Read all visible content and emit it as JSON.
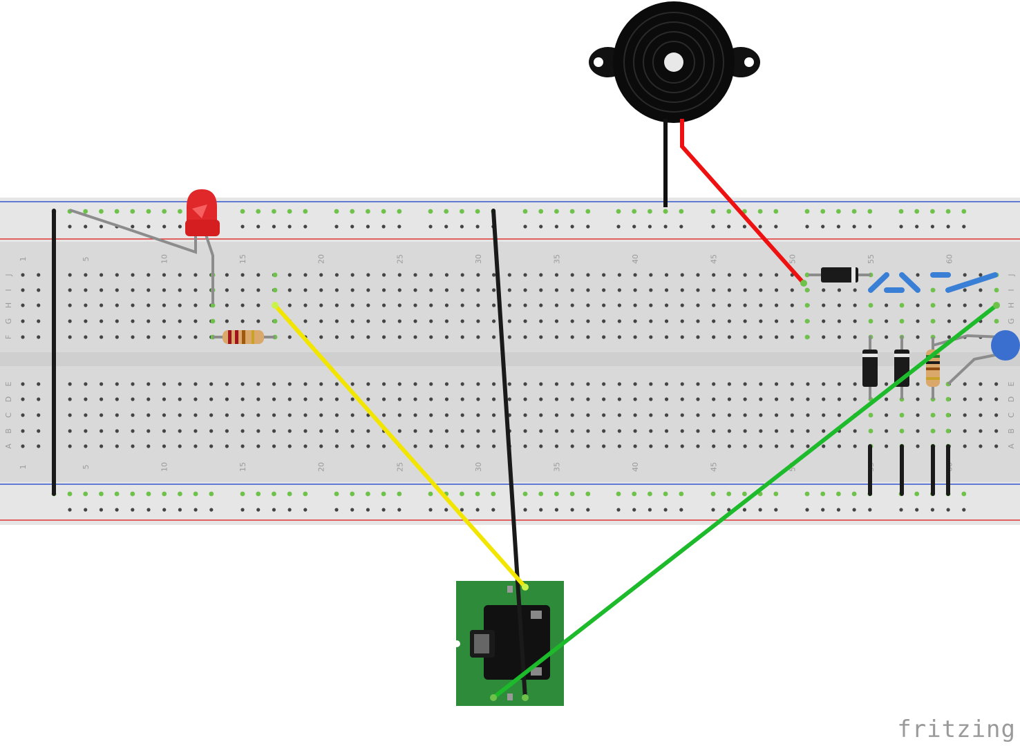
{
  "app": {
    "brand": "fritzing"
  },
  "breadboard": {
    "column_labels": [
      "1",
      "5",
      "10",
      "15",
      "20",
      "25",
      "30",
      "35",
      "40",
      "45",
      "50",
      "55",
      "60"
    ],
    "row_labels_top": [
      "J",
      "I",
      "H",
      "G",
      "F"
    ],
    "row_labels_bottom": [
      "E",
      "D",
      "C",
      "B",
      "A"
    ],
    "colors": {
      "board": "#d9d9d9",
      "rail": "#e6e6e6",
      "hole": "#444444",
      "rail_blue": "#3355cc",
      "rail_red": "#dd3333",
      "active_hole": "#6ec24a"
    }
  },
  "components": [
    {
      "name": "red-led",
      "icon": "led-icon",
      "color": "#e02020"
    },
    {
      "name": "resistor",
      "icon": "resistor-icon"
    },
    {
      "name": "piezo-buzzer",
      "icon": "buzzer-icon"
    },
    {
      "name": "diode",
      "icon": "diode-icon"
    },
    {
      "name": "ceramic-capacitor",
      "icon": "capacitor-icon"
    },
    {
      "name": "audio-jack-breakout",
      "icon": "audio-jack-icon",
      "color": "#2e8b3a"
    }
  ],
  "wires": [
    {
      "name": "wire-black",
      "color": "#1a1a1a"
    },
    {
      "name": "wire-yellow",
      "color": "#f2e500"
    },
    {
      "name": "wire-green",
      "color": "#1dbb2b"
    },
    {
      "name": "wire-red",
      "color": "#ee1111"
    },
    {
      "name": "wire-blue",
      "color": "#3a7fd6"
    },
    {
      "name": "wire-gray",
      "color": "#8c8c8c"
    }
  ]
}
